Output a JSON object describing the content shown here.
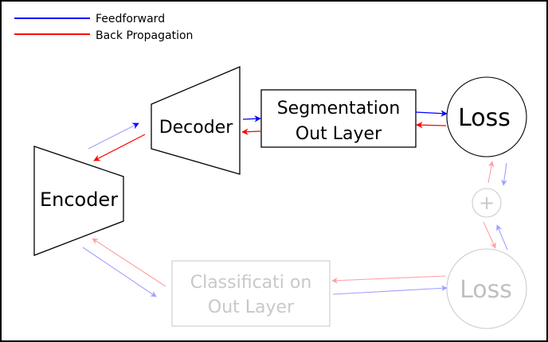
{
  "legend": {
    "items": [
      {
        "label": "Feedforward",
        "color": "#0000ff"
      },
      {
        "label": "Back Propagation",
        "color": "#ff0000"
      }
    ]
  },
  "nodes": {
    "encoder": {
      "label": "Encoder",
      "active": true
    },
    "decoder": {
      "label": "Decoder",
      "active": true
    },
    "segmentation_out": {
      "label_line1": "Segmentation",
      "label_line2": "Out Layer",
      "active": true
    },
    "loss_top": {
      "label": "Loss",
      "active": true
    },
    "plus": {
      "symbol": "+",
      "active": false
    },
    "classification_out": {
      "label_line1": "Classificati on",
      "label_line2": "Out Layer",
      "active": false
    },
    "loss_bottom": {
      "label": "Loss",
      "active": false
    }
  },
  "colors": {
    "feedforward": "#0000ff",
    "backprop": "#ff0000",
    "active_stroke": "#000000",
    "inactive_stroke": "#cccccc",
    "inactive_text": "#c8c8c8",
    "feedforward_faded": "#a0a0ff",
    "backprop_faded": "#ffa0a0"
  }
}
